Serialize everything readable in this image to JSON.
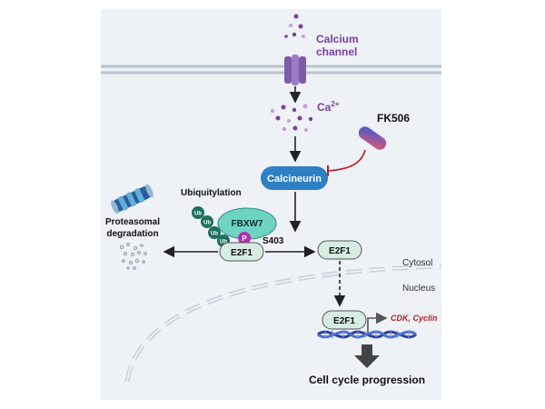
{
  "labels": {
    "calcium_channel_line1": "Calcium",
    "calcium_channel_line2": "channel",
    "ca_ion": "Ca",
    "ca_charge": "2+",
    "fk506": "FK506",
    "calcineurin": "Calcineurin",
    "ubiquitylation": "Ubiquitylation",
    "ub": "Ub",
    "fbxw7": "FBXW7",
    "phospho": "P",
    "s403": "S403",
    "e2f1_bound": "E2F1",
    "e2f1_free": "E2F1",
    "e2f1_nuclear": "E2F1",
    "proteasomal_line1": "Proteasomal",
    "proteasomal_line2": "degradation",
    "cytosol": "Cytosol",
    "nucleus": "Nucleus",
    "cdk_cyclin": "CDK, Cyclin",
    "cell_cycle": "Cell cycle progression"
  },
  "colors": {
    "calcium_purple": "#7b3fa0",
    "calcineurin_blue": "#2e7fc4",
    "ub_green": "#1f6f5e",
    "fbxw7_teal": "#6fd3c4",
    "phospho_magenta": "#b12fb0",
    "e2f1_fill": "#d6ece3",
    "inhibit_red": "#b4202a",
    "gene_text_red": "#b4202a",
    "dna_blue": "#2a3f9e",
    "membrane_gray": "#b8c4cf"
  },
  "icons": [
    "calcium-channel-icon",
    "pill-icon",
    "proteasome-icon",
    "dna-helix-icon"
  ]
}
